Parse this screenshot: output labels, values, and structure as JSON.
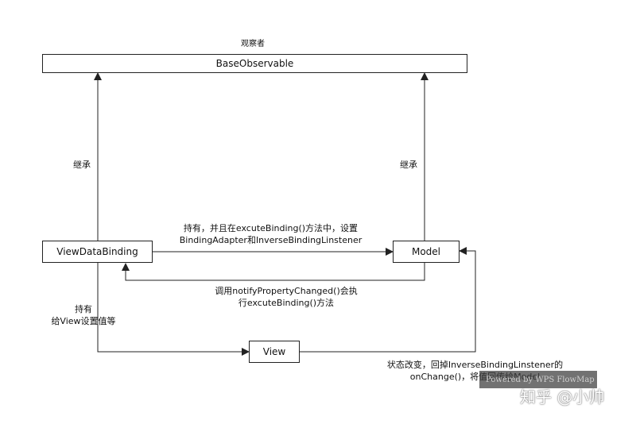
{
  "top_label": "观察者",
  "nodes": {
    "base_observable": "BaseObservable",
    "view_data_binding": "ViewDataBinding",
    "model": "Model",
    "view": "View"
  },
  "edges": {
    "inherit_left": "继承",
    "inherit_right": "继承",
    "holds_line1": "持有，并且在excuteBinding()方法中，设置",
    "holds_line2": "BindingAdapter和InverseBindingLinstener",
    "notify_line1": "调用notifyPropertyChanged()会执",
    "notify_line2": "行excuteBinding()方法",
    "view_line1": "持有",
    "view_line2": "给View设置值等",
    "change_line1": "状态改变，回掉InverseBindingLinstener的",
    "change_line2": "onChange()，将值回传给Model"
  },
  "watermark": {
    "tool": "Powered by WPS FlowMap",
    "zhihu": "知乎 @小帅"
  }
}
